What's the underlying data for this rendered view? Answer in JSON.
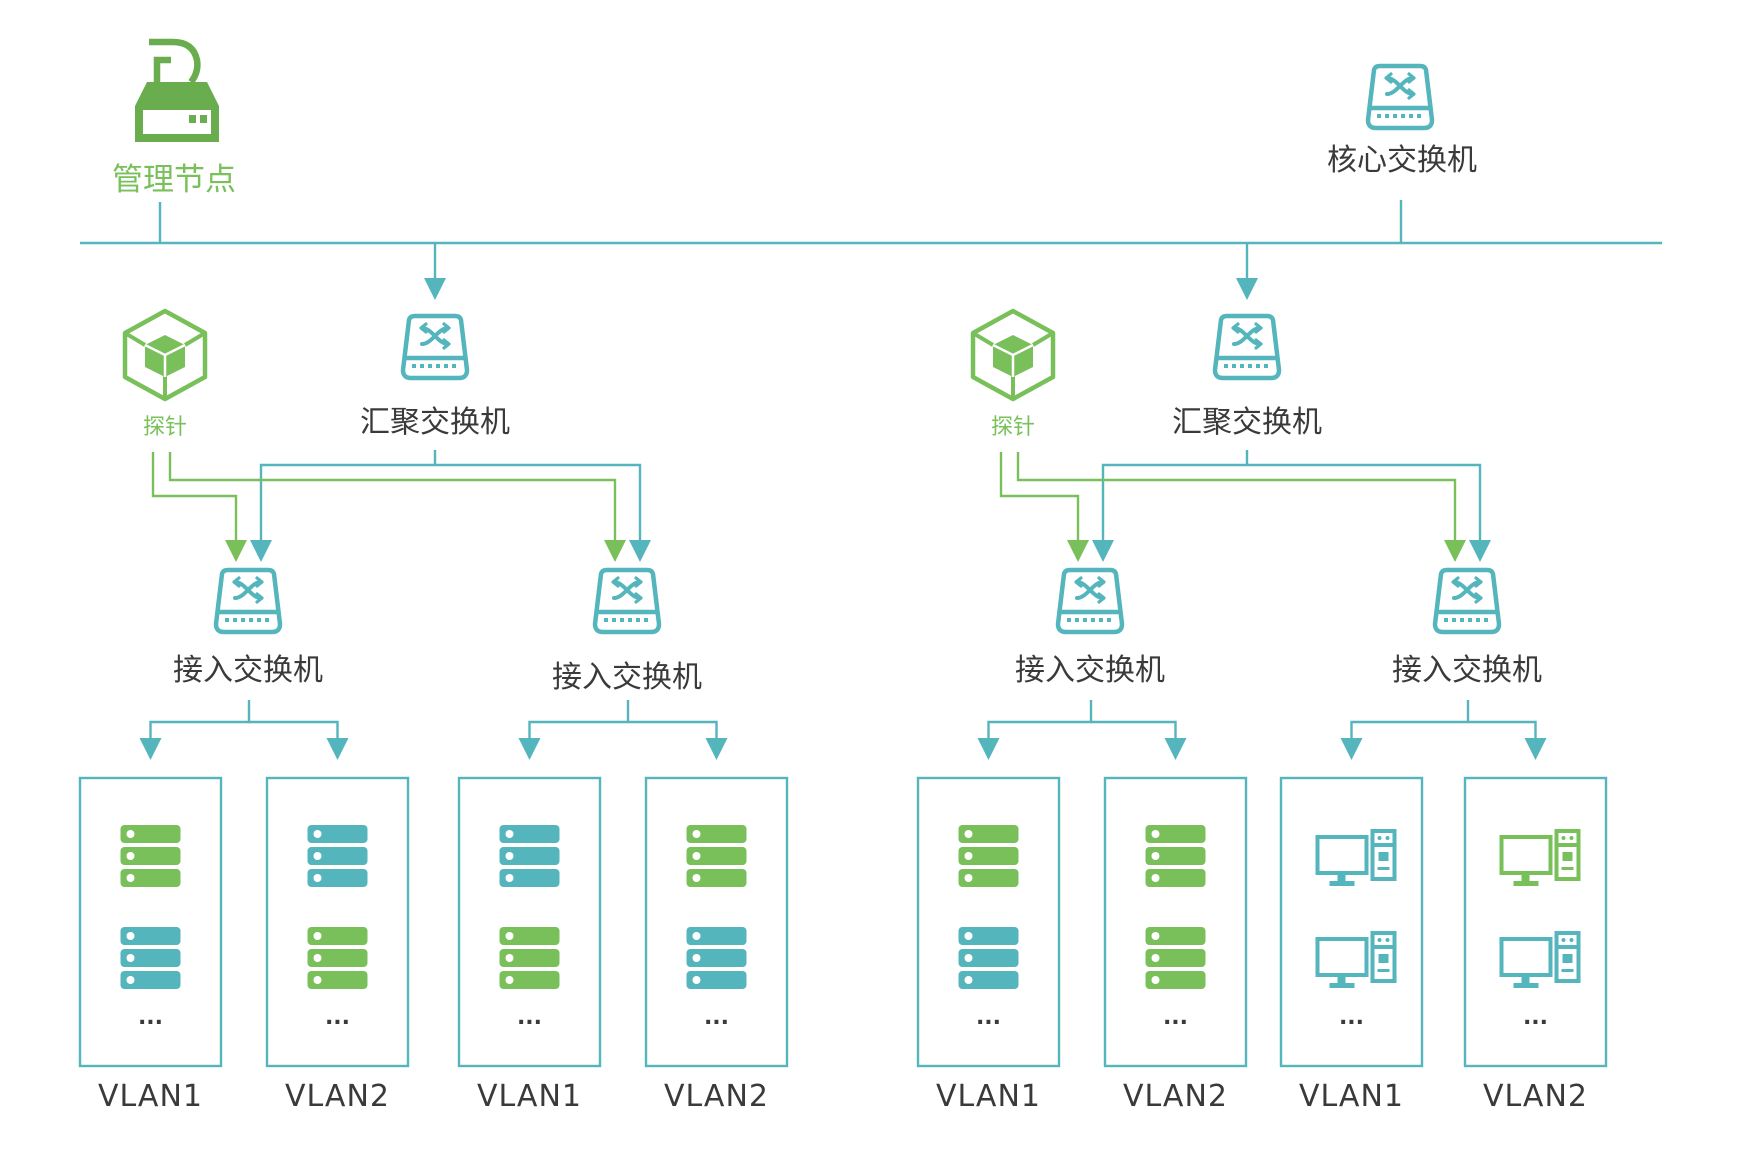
{
  "colors": {
    "teal": "#54b5bc",
    "green": "#79c05a",
    "text": "#3a3a3a"
  },
  "management_node": {
    "label": "管理节点",
    "icon": "management-node-icon"
  },
  "core_switch": {
    "label": "核心交换机",
    "icon": "switch-icon"
  },
  "groups": [
    {
      "aggregation_switch": {
        "label": "汇聚交换机",
        "icon": "switch-icon"
      },
      "probe": {
        "label": "探针",
        "icon": "probe-cube-icon"
      },
      "access_switches": [
        {
          "label": "接入交换机",
          "vlans": [
            {
              "label": "VLAN1",
              "device_type": "server",
              "devices": [
                "green",
                "teal"
              ],
              "more": "..."
            },
            {
              "label": "VLAN2",
              "device_type": "server",
              "devices": [
                "teal",
                "green"
              ],
              "more": "..."
            }
          ]
        },
        {
          "label": "接入交换机",
          "vlans": [
            {
              "label": "VLAN1",
              "device_type": "server",
              "devices": [
                "teal",
                "green"
              ],
              "more": "..."
            },
            {
              "label": "VLAN2",
              "device_type": "server",
              "devices": [
                "green",
                "teal"
              ],
              "more": "..."
            }
          ]
        }
      ]
    },
    {
      "aggregation_switch": {
        "label": "汇聚交换机",
        "icon": "switch-icon"
      },
      "probe": {
        "label": "探针",
        "icon": "probe-cube-icon"
      },
      "access_switches": [
        {
          "label": "接入交换机",
          "vlans": [
            {
              "label": "VLAN1",
              "device_type": "server",
              "devices": [
                "green",
                "teal"
              ],
              "more": "..."
            },
            {
              "label": "VLAN2",
              "device_type": "server",
              "devices": [
                "green",
                "green"
              ],
              "more": "..."
            }
          ]
        },
        {
          "label": "接入交换机",
          "vlans": [
            {
              "label": "VLAN1",
              "device_type": "pc",
              "devices": [
                "teal",
                "teal"
              ],
              "more": "..."
            },
            {
              "label": "VLAN2",
              "device_type": "pc",
              "devices": [
                "green",
                "teal"
              ],
              "more": "..."
            }
          ]
        }
      ]
    }
  ]
}
